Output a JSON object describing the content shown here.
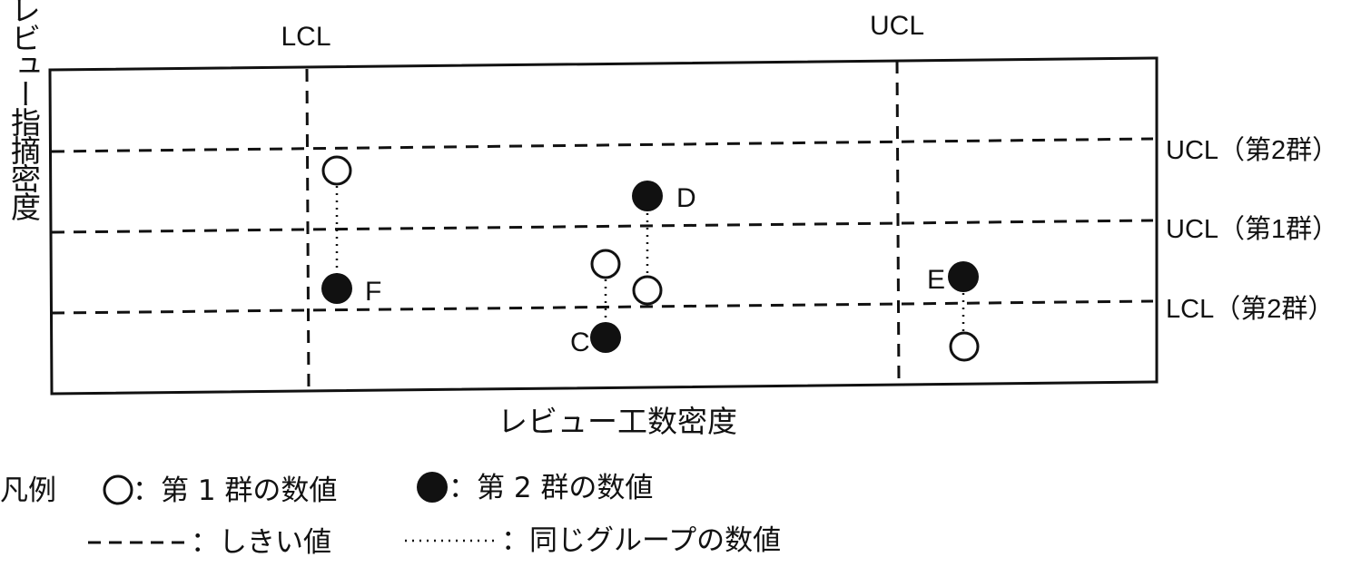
{
  "diagram": {
    "y_axis_label": "レビュー指摘密度",
    "x_axis_label": "レビュー工数密度",
    "thresholds": {
      "vertical": [
        {
          "label": "LCL"
        },
        {
          "label": "UCL"
        }
      ],
      "horizontal": [
        {
          "label": "UCL（第2群）"
        },
        {
          "label": "UCL（第1群）"
        },
        {
          "label": "LCL（第2群）"
        }
      ]
    },
    "groups": [
      {
        "name": "F",
        "group1": "open",
        "group2": "filled"
      },
      {
        "name": "C",
        "group1": "open",
        "group2": "filled"
      },
      {
        "name": "D",
        "group1": "open",
        "group2": "filled"
      },
      {
        "name": "E",
        "group1": "open",
        "group2": "filled"
      }
    ],
    "legend": {
      "title": "凡例",
      "open_circle": "：第 1 群の数値",
      "filled_circle": "：第 2 群の数値",
      "dashed": "：しきい値",
      "dotted": "：同じグループの数値"
    },
    "colors": {
      "ink": "#111111",
      "background": "#ffffff"
    }
  }
}
